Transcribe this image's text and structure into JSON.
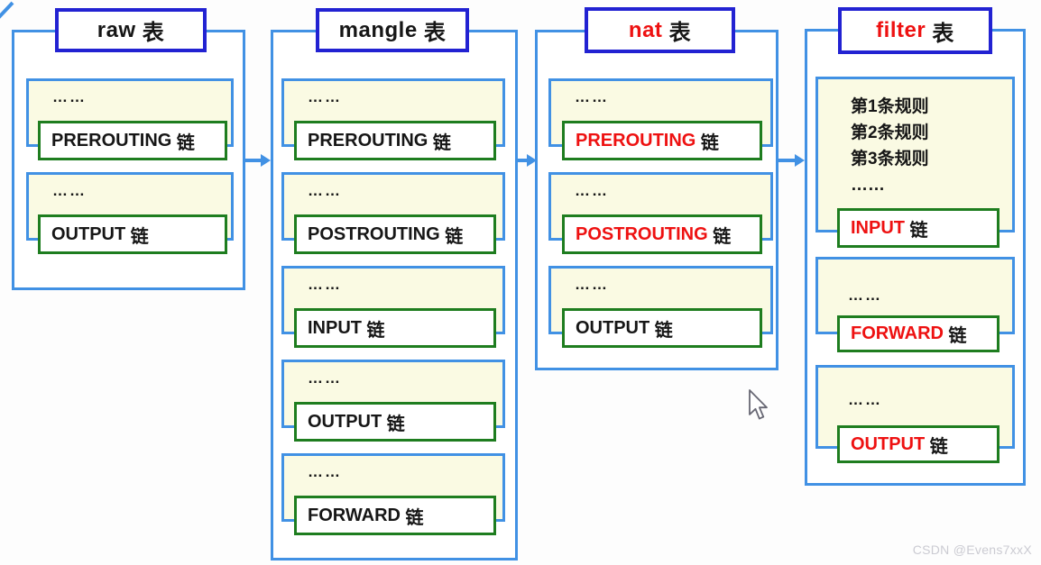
{
  "palette": {
    "frame_blue": "#4191e4",
    "title_border_blue": "#2222d2",
    "chain_green": "#1e7d1f",
    "box_fill_yellow": "#fafae3",
    "highlight_red": "#ee1111",
    "text_black": "#161616",
    "watermark_gray": "#cbcbd2"
  },
  "tables": [
    {
      "title": {
        "name": "raw",
        "suffix": " 表",
        "name_color": "#161616"
      },
      "chains": [
        {
          "dots": "……",
          "name": "PREROUTING",
          "suffix": " 链",
          "name_color": "#161616"
        },
        {
          "dots": "……",
          "name": "OUTPUT",
          "suffix": " 链",
          "name_color": "#161616"
        }
      ]
    },
    {
      "title": {
        "name": "mangle",
        "suffix": " 表",
        "name_color": "#161616"
      },
      "chains": [
        {
          "dots": "……",
          "name": "PREROUTING",
          "suffix": " 链",
          "name_color": "#161616"
        },
        {
          "dots": "……",
          "name": "POSTROUTING",
          "suffix": " 链",
          "name_color": "#161616"
        },
        {
          "dots": "……",
          "name": "INPUT",
          "suffix": " 链",
          "name_color": "#161616"
        },
        {
          "dots": "……",
          "name": "OUTPUT",
          "suffix": " 链",
          "name_color": "#161616"
        },
        {
          "dots": "……",
          "name": "FORWARD",
          "suffix": " 链",
          "name_color": "#161616"
        }
      ]
    },
    {
      "title": {
        "name": "nat",
        "suffix": " 表",
        "name_color": "#ee1111"
      },
      "chains": [
        {
          "dots": "……",
          "name": "PREROUTING",
          "suffix": " 链",
          "name_color": "#ee1111"
        },
        {
          "dots": "……",
          "name": "POSTROUTING",
          "suffix": " 链",
          "name_color": "#ee1111"
        },
        {
          "dots": "……",
          "name": "OUTPUT",
          "suffix": " 链",
          "name_color": "#161616"
        }
      ]
    },
    {
      "title": {
        "name": "filter",
        "suffix": " 表",
        "name_color": "#ee1111"
      },
      "rules": [
        "第1条规则",
        "第2条规则",
        "第3条规则",
        "……"
      ],
      "chains": [
        {
          "dots": "……",
          "name": "INPUT",
          "suffix": " 链",
          "name_color": "#ee1111"
        },
        {
          "dots": "……",
          "name": "FORWARD",
          "suffix": " 链",
          "name_color": "#ee1111"
        },
        {
          "dots": "……",
          "name": "OUTPUT",
          "suffix": " 链",
          "name_color": "#ee1111"
        }
      ]
    }
  ],
  "watermark": "CSDN @Evens7xxX"
}
